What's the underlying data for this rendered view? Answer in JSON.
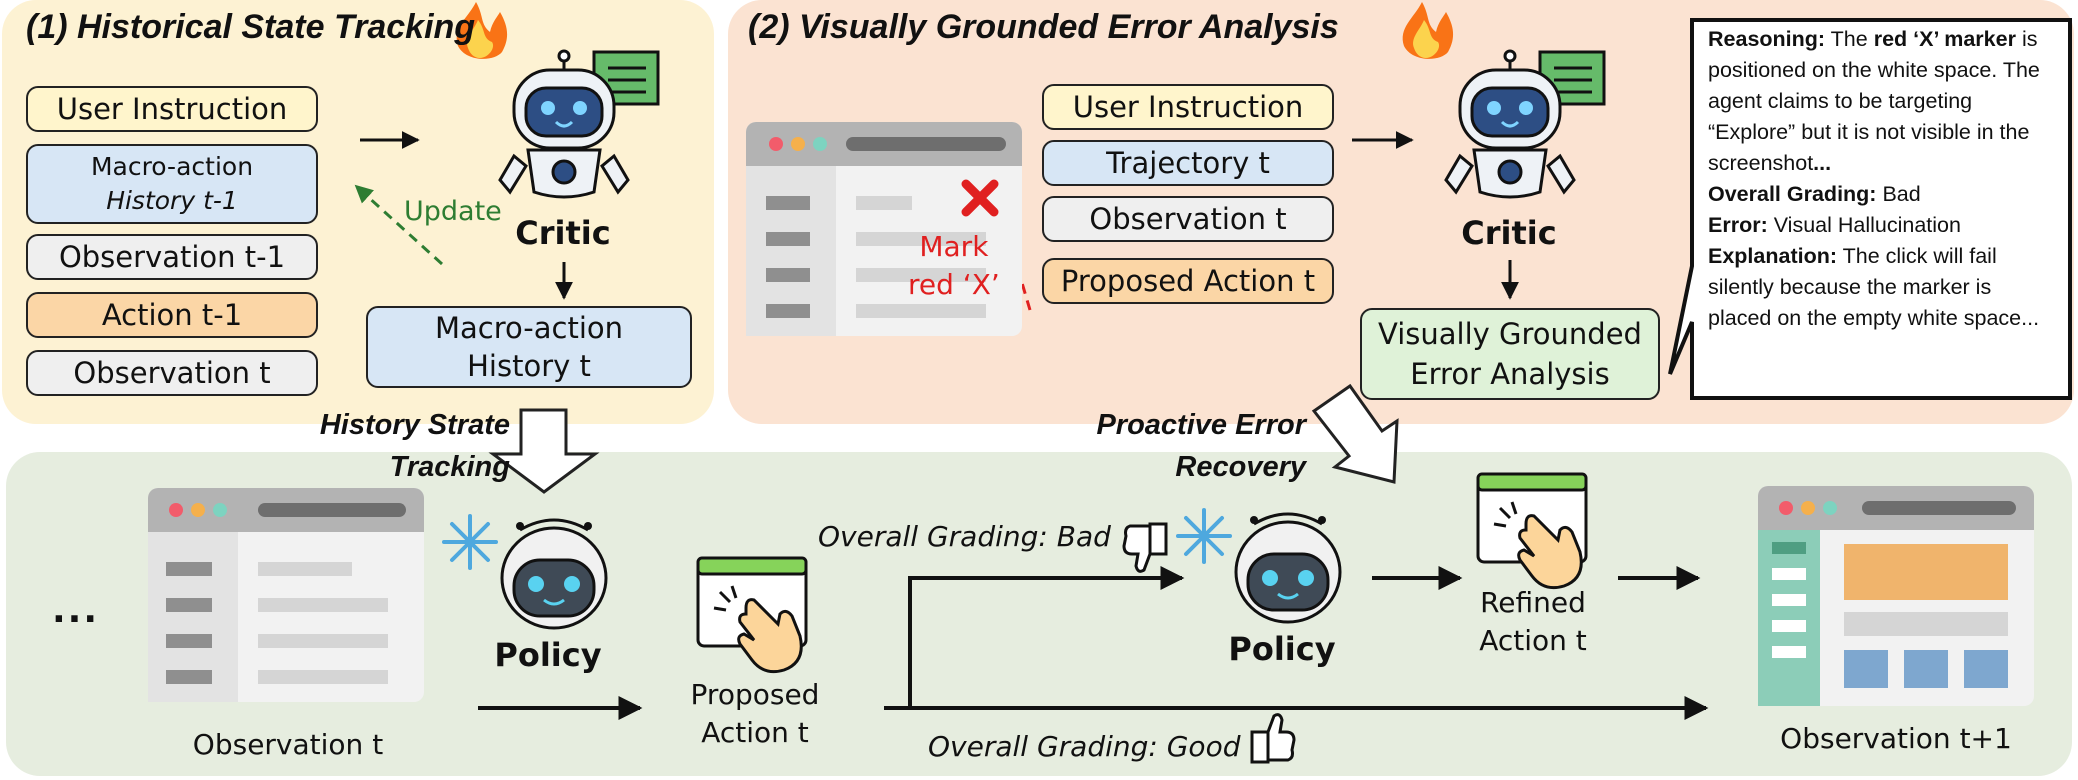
{
  "panel1": {
    "title": "(1) Historical State Tracking",
    "user_instruction": "User Instruction",
    "macro_history_prev_line1": "Macro-action",
    "macro_history_prev_line2": "History t-1",
    "observation_prev": "Observation t-1",
    "action_prev": "Action t-1",
    "observation_t": "Observation t",
    "update_label": "Update",
    "critic_label": "Critic",
    "macro_history_t_line1": "Macro-action",
    "macro_history_t_line2": "History t"
  },
  "panel2": {
    "title": "(2) Visually Grounded Error Analysis",
    "mark_line1": "Mark",
    "mark_line2": "red ‘X’",
    "user_instruction": "User Instruction",
    "trajectory": "Trajectory t",
    "observation": "Observation t",
    "proposed_action": "Proposed Action t",
    "critic_label": "Critic",
    "analysis_line1": "Visually Grounded",
    "analysis_line2": "Error Analysis",
    "callout": {
      "reasoning_label": "Reasoning:",
      "reasoning_pre": "The",
      "reasoning_bold": "red ‘X’ marker",
      "reasoning_text": "is positioned on the white space. The agent claims to be targeting “Explore” but it is not visible in the screenshot",
      "reasoning_ellipsis": "...",
      "grading_label": "Overall Grading:",
      "grading_value": "Bad",
      "error_label": "Error:",
      "error_value": "Visual Hallucination",
      "explanation_label": "Explanation:",
      "explanation_value": "The click will fail silently because the marker is placed on the empty white space..."
    }
  },
  "transitions": {
    "history_line1": "History Strate",
    "history_line2": "Tracking",
    "recovery_line1": "Proactive Error",
    "recovery_line2": "Recovery"
  },
  "bottom": {
    "ellipsis": "...",
    "observation_t": "Observation t",
    "policy_label": "Policy",
    "proposed_line1": "Proposed",
    "proposed_line2": "Action t",
    "grading_bad": "Overall Grading: Bad",
    "grading_good": "Overall Grading: Good",
    "policy2_label": "Policy",
    "refined_line1": "Refined",
    "refined_line2": "Action t",
    "observation_next": "Observation t+1"
  },
  "colors": {
    "panel1_bg": "#fdf2d3",
    "panel2_bg": "#fbe3d2",
    "bottom_bg": "#e6eddf",
    "update_arrow": "#2e7d32",
    "mark_red": "#e02020"
  }
}
